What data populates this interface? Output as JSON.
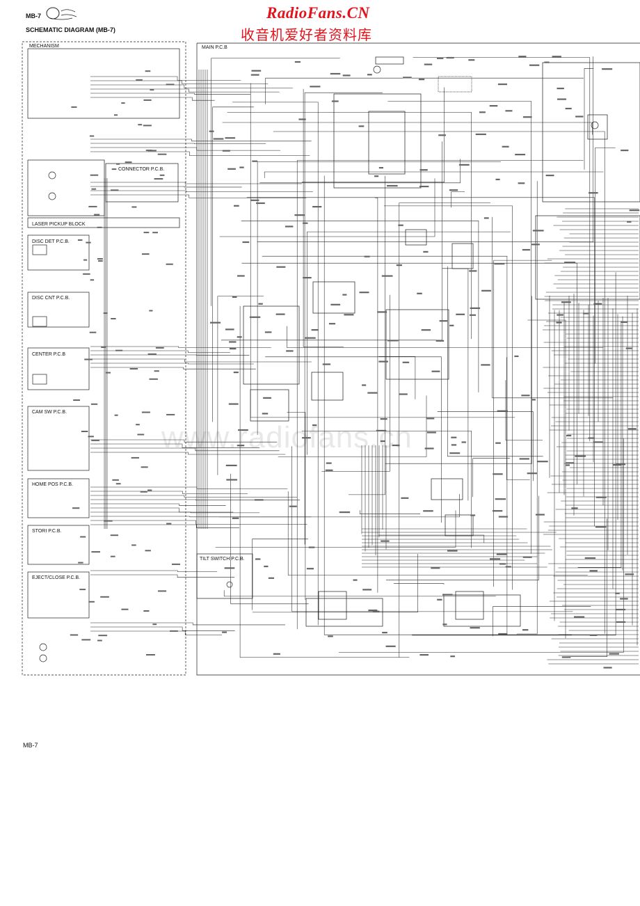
{
  "page": {
    "code": "MB-7",
    "title": "SCHEMATIC DIAGRAM (MB-7)",
    "footer_code": "MB-7"
  },
  "brand": {
    "name": "RadioFans.CN",
    "name_cn": "收音机爱好者资料库",
    "watermark": "www.radiofans.cn",
    "color": "#e0141c"
  },
  "blocks": {
    "mechanism": "MECHANISM",
    "main_pcb": "MAIN P.C.B",
    "connector_pcb": "CONNECTOR P.C.B.",
    "laser_pickup": "LASER PICKUP BLOCK",
    "disc_det": "DISC DET P.C.B.",
    "disc_cnt": "DISC CNT P.C.B.",
    "center": "CENTER P.C.B",
    "cam_sw": "CAM SW P.C.B.",
    "home_pos": "HOME POS P.C.B.",
    "stori": "STORI P.C.B.",
    "eject_close": "EJECT/CLOSE P.C.B.",
    "tilt_switch": "TILT SWITCH P.C.B."
  }
}
